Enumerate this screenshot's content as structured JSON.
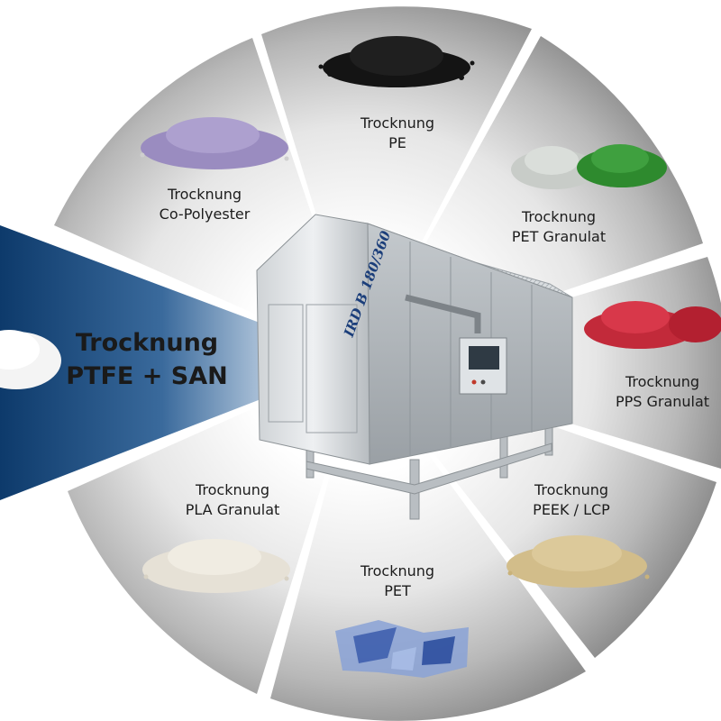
{
  "machine": {
    "model_label": "IRD B 180/360"
  },
  "highlight": {
    "line1": "Trocknung",
    "line2": "PTFE + SAN"
  },
  "segments": [
    {
      "line1": "Trocknung",
      "line2": "PE"
    },
    {
      "line1": "Trocknung",
      "line2": "PET Granulat"
    },
    {
      "line1": "Trocknung",
      "line2": "PPS Granulat"
    },
    {
      "line1": "Trocknung",
      "line2": "PEEK / LCP"
    },
    {
      "line1": "Trocknung",
      "line2": "PET"
    },
    {
      "line1": "Trocknung",
      "line2": "PLA Granulat"
    },
    {
      "line1": "Trocknung",
      "line2": "Co-Polyester"
    }
  ],
  "colors": {
    "highlight_blue": "#0d3a6b",
    "segment_grey": "#9a9a9a",
    "granules": {
      "pe": "#141414",
      "pet_granulat_a": "#c8ccc8",
      "pet_granulat_b": "#2e8a2e",
      "pps": "#c22a3a",
      "peek_lcp": "#d2bd8a",
      "pet": "#5c78b8",
      "pla": "#e6e1d6",
      "co_polyester": "#9a8cc0",
      "ptfe_san": "#f4f4f4"
    }
  }
}
